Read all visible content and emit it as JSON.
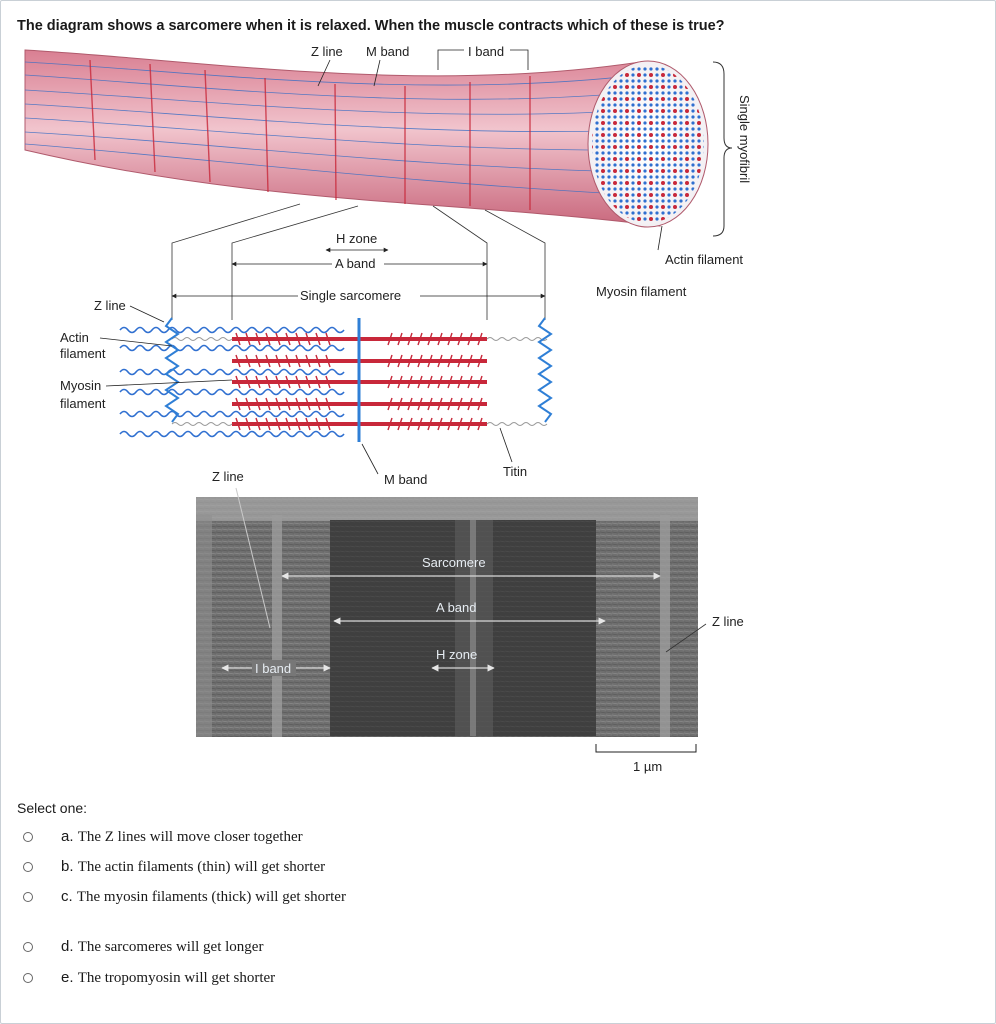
{
  "question": {
    "text": "The diagram shows a sarcomere when it is relaxed. When the muscle contracts which of these is true?"
  },
  "figure": {
    "top_labels": {
      "z_line": "Z line",
      "m_band": "M band",
      "i_band": "I band"
    },
    "single_myofibril": "Single myofibril",
    "actin_filament_right": "Actin filament",
    "myosin_filament_right": "Myosin filament",
    "h_zone": "H zone",
    "a_band": "A band",
    "single_sarcomere": "Single sarcomere",
    "left_labels": {
      "z_line": "Z line",
      "actin_1": "Actin",
      "actin_2": "filament",
      "myosin_1": "Myosin",
      "myosin_2": "filament"
    },
    "bottom_labels": {
      "z_line": "Z line",
      "m_band": "M band",
      "titin": "Titin"
    },
    "micrograph": {
      "sarcomere": "Sarcomere",
      "a_band": "A band",
      "h_zone": "H zone",
      "i_band": "I band",
      "z_line": "Z line",
      "scale": "1 µm"
    }
  },
  "select_one": "Select one:",
  "options": [
    {
      "letter": "a.",
      "text": "The Z lines will move closer together"
    },
    {
      "letter": "b.",
      "text": "The actin filaments (thin) will get shorter"
    },
    {
      "letter": "c.",
      "text": "The myosin filaments (thick) will get shorter"
    },
    {
      "letter": "d.",
      "text": "The sarcomeres will get longer"
    },
    {
      "letter": "e.",
      "text": "The tropomyosin will get shorter"
    }
  ],
  "colors": {
    "myofibril_fill": "#e7a7b4",
    "myofibril_light": "#f3c9d2",
    "actin_blue": "#2f6fd0",
    "myosin_red": "#c8283a",
    "zline_blue": "#2f7fd6",
    "micrograph_dark": "#3a3a3a"
  }
}
